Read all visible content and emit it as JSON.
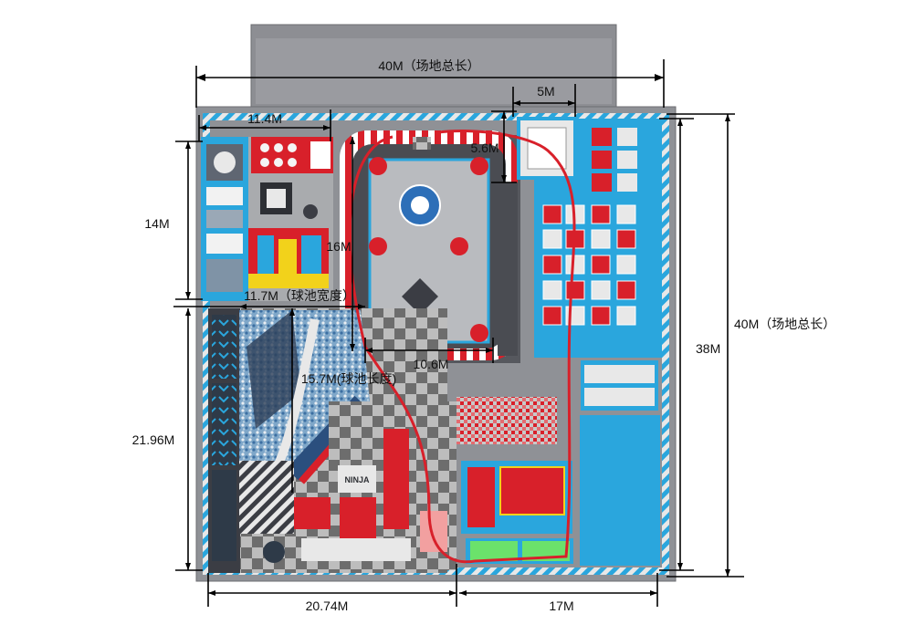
{
  "dimensions": {
    "top_total_length": "40M（场地总长）",
    "right_total_length": "40M（场地总长）",
    "right_38": "38M",
    "top_5": "5M",
    "top_left_width": "11.4M",
    "top_left_height": "14M",
    "ring_width": "5.6M",
    "ring_height": "16M",
    "ballpit_width": "11.7M（球池宽度）",
    "ballpit_length": "15.7M(球池长度)",
    "center_width": "10.6M",
    "left_lower_height": "21.96M",
    "bottom_left": "20.74M",
    "bottom_right": "17M"
  },
  "signs": {
    "ninja": "NINJA"
  },
  "colors": {
    "floor": "#8f9196",
    "red": "#d8202a",
    "blue": "#2aa6dd",
    "dark": "#3b3d44",
    "white": "#f4f4f4",
    "green": "#6be26b"
  }
}
